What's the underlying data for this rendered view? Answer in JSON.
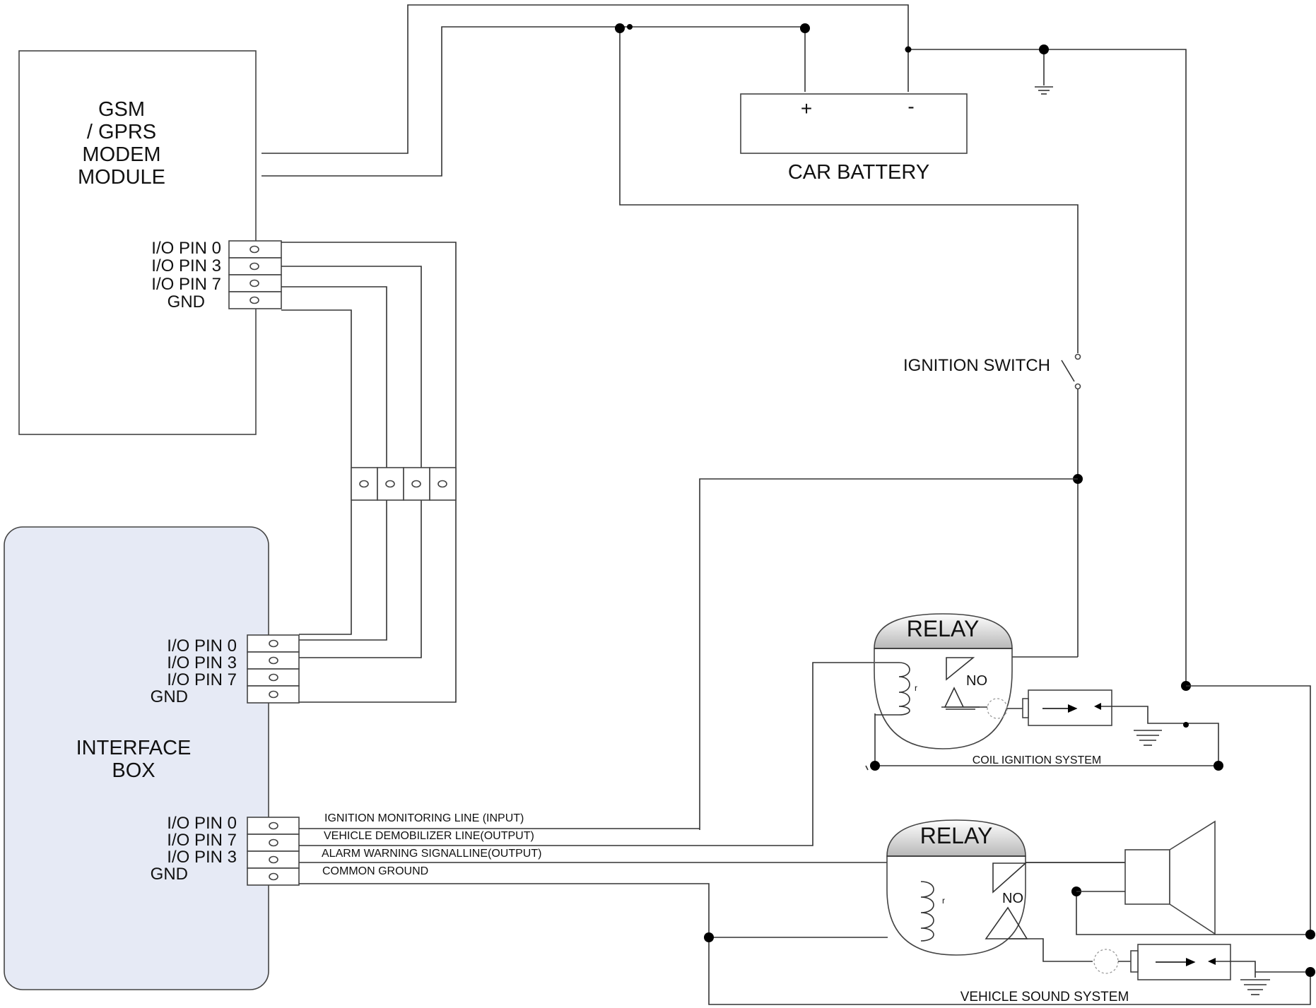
{
  "gsm": {
    "title_lines": [
      "GSM",
      "/ GPRS",
      "MODEM",
      "MODULE"
    ],
    "pins": [
      "I/O PIN 0",
      "I/O PIN 3",
      "I/O PIN 7",
      "GND"
    ]
  },
  "battery": {
    "label": "CAR BATTERY",
    "plus": "+",
    "minus": "-"
  },
  "ignition_switch": {
    "label": "IGNITION SWITCH"
  },
  "interface_box": {
    "title_lines": [
      "INTERFACE",
      "BOX"
    ],
    "pins_top": [
      "I/O PIN 0",
      "I/O PIN 3",
      "I/O PIN 7",
      "GND"
    ],
    "pins_bottom": [
      "I/O PIN 0",
      "I/O PIN 7",
      "I/O PIN 3",
      "GND"
    ]
  },
  "lines": {
    "ignition_monitoring": "IGNITION MONITORING LINE (INPUT)",
    "demobilizer": "VEHICLE DEMOBILIZER LINE(OUTPUT)",
    "alarm": "ALARM WARNING SIGNALLINE(OUTPUT)",
    "ground": "COMMON GROUND"
  },
  "relay1": {
    "title": "RELAY",
    "coil": "r",
    "contact": "NO",
    "system": "COIL IGNITION SYSTEM"
  },
  "relay2": {
    "title": "RELAY",
    "coil": "r",
    "contact": "NO",
    "system": "VEHICLE SOUND SYSTEM"
  }
}
